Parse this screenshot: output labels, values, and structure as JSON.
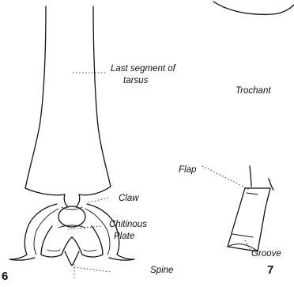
{
  "labels": {
    "last_segment_line1": "Last segment of",
    "last_segment_line2": "tarsus",
    "trochanter": "Trochant",
    "flap": "Flap",
    "claw": "Claw",
    "chitinous_line1": "Chitinous",
    "chitinous_line2": "Plate",
    "groove": "Groove",
    "spine": "Spine"
  },
  "figure_numbers": {
    "fig_a": "6",
    "fig_b": "7"
  }
}
